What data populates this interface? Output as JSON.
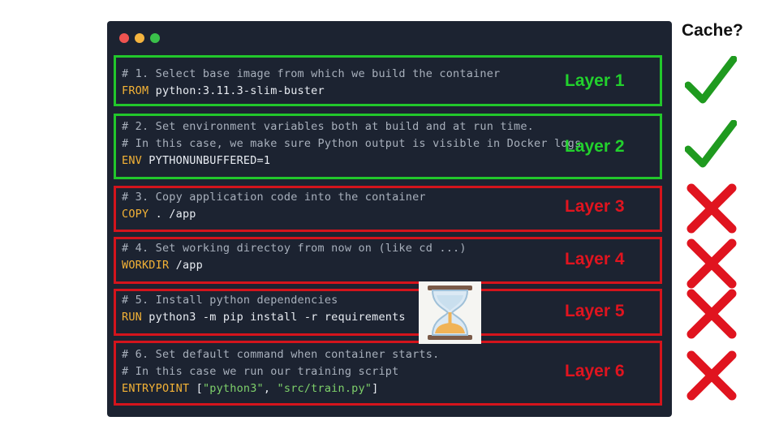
{
  "cache_header": "Cache?",
  "layers": [
    {
      "label": "Layer 1",
      "cached": true,
      "lines": [
        [
          {
            "t": "comment",
            "v": "# 1. Select base image from which we build the container"
          }
        ],
        [
          {
            "t": "kw",
            "v": "FROM"
          },
          {
            "t": "plain",
            "v": " python:3.11.3-slim-buster"
          }
        ]
      ]
    },
    {
      "label": "Layer 2",
      "cached": true,
      "lines": [
        [
          {
            "t": "comment",
            "v": "# 2. Set environment variables both at build and at run time."
          }
        ],
        [
          {
            "t": "comment",
            "v": "# In this case, we make sure Python output is visible in Docker logs"
          }
        ],
        [
          {
            "t": "kw",
            "v": "ENV"
          },
          {
            "t": "plain",
            "v": " PYTHONUNBUFFERED=1"
          }
        ]
      ]
    },
    {
      "label": "Layer 3",
      "cached": false,
      "lines": [
        [
          {
            "t": "comment",
            "v": "# 3. Copy application code into the container"
          }
        ],
        [
          {
            "t": "kw",
            "v": "COPY"
          },
          {
            "t": "plain",
            "v": " . /app"
          }
        ]
      ]
    },
    {
      "label": "Layer 4",
      "cached": false,
      "lines": [
        [
          {
            "t": "comment",
            "v": "# 4. Set working directoy from now on (like cd ...)"
          }
        ],
        [
          {
            "t": "kw",
            "v": "WORKDIR"
          },
          {
            "t": "plain",
            "v": " /app"
          }
        ]
      ]
    },
    {
      "label": "Layer 5",
      "cached": false,
      "lines": [
        [
          {
            "t": "comment",
            "v": "# 5. Install python dependencies"
          }
        ],
        [
          {
            "t": "kw",
            "v": "RUN"
          },
          {
            "t": "plain",
            "v": " python3 -m pip install -r requirements"
          }
        ]
      ]
    },
    {
      "label": "Layer 6",
      "cached": false,
      "lines": [
        [
          {
            "t": "comment",
            "v": "# 6. Set default command when container starts."
          }
        ],
        [
          {
            "t": "comment",
            "v": "# In this case we run our training script"
          }
        ],
        [
          {
            "t": "kw",
            "v": "ENTRYPOINT"
          },
          {
            "t": "plain",
            "v": " ["
          },
          {
            "t": "str",
            "v": "\"python3\""
          },
          {
            "t": "plain",
            "v": ", "
          },
          {
            "t": "str",
            "v": "\"src/train.py\""
          },
          {
            "t": "plain",
            "v": "]"
          }
        ]
      ]
    }
  ],
  "colors": {
    "cached": "#22c72b",
    "miss": "#d4141c",
    "terminal_bg": "#1c2331"
  },
  "icons": {
    "cached": "check-icon",
    "miss": "cross-icon",
    "wait": "hourglass-icon"
  }
}
